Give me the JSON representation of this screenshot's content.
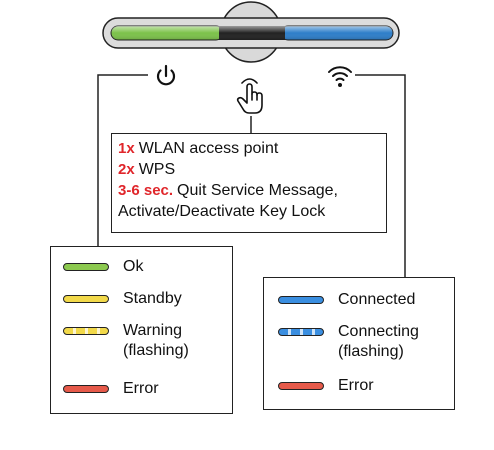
{
  "device": {
    "led_colors": {
      "left": "#7cc24a",
      "center": "#222222",
      "right": "#2e7ec9"
    },
    "icons": [
      "power-icon",
      "touch-icon",
      "wifi-icon"
    ]
  },
  "actions": [
    {
      "key": "1x",
      "text": "WLAN access point"
    },
    {
      "key": "2x",
      "text": "WPS"
    },
    {
      "key": "3-6 sec.",
      "text": "Quit Service Message,"
    },
    {
      "key": "",
      "text": "Activate/Deactivate Key Lock"
    }
  ],
  "left_legend": [
    {
      "label": "Ok",
      "sub": "",
      "color": "#8cc94f",
      "pattern": "solid"
    },
    {
      "label": "Standby",
      "sub": "",
      "color": "#f2d94a",
      "pattern": "solid"
    },
    {
      "label": "Warning",
      "sub": "(flashing)",
      "color": "#f2d94a",
      "pattern": "flashing"
    },
    {
      "label": "Error",
      "sub": "",
      "color": "#e65a4a",
      "pattern": "solid"
    }
  ],
  "right_legend": [
    {
      "label": "Connected",
      "sub": "",
      "color": "#3a8ee0",
      "pattern": "solid"
    },
    {
      "label": "Connecting",
      "sub": "(flashing)",
      "color": "#3a8ee0",
      "pattern": "flashing"
    },
    {
      "label": "Error",
      "sub": "",
      "color": "#e65a4a",
      "pattern": "solid"
    }
  ]
}
